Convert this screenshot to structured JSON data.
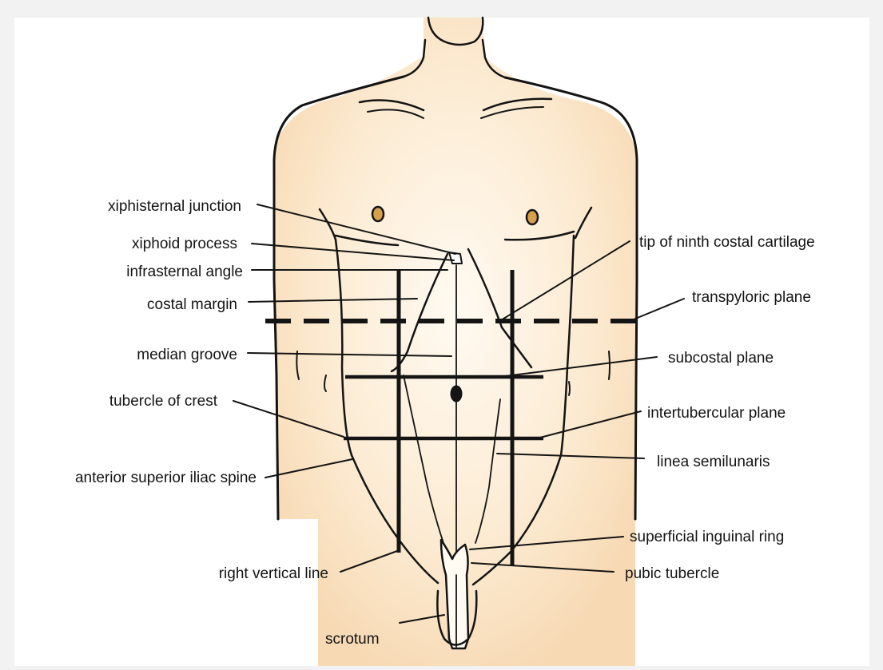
{
  "colors": {
    "background": "#f2f2f2",
    "panel": "#ffffff",
    "skin_light": "#fffaf2",
    "skin_mid": "#fcebd2",
    "skin_edge": "#f7d9b3",
    "ink": "#141414",
    "nipple": "#d7a04a"
  },
  "labels": {
    "xiphisternal_junction": "xiphisternal junction",
    "xiphoid_process": "xiphoid process",
    "infrasternal_angle": "infrasternal angle",
    "costal_margin": "costal margin",
    "median_groove": "median groove",
    "tubercle_of_crest": "tubercle of crest",
    "anterior_superior_iliac_spine": "anterior superior iliac spine",
    "right_vertical_line": "right vertical line",
    "scrotum": "scrotum",
    "tip_of_ninth_costal_cartilage": "tip of ninth costal cartilage",
    "transpyloric_plane": "transpyloric plane",
    "subcostal_plane": "subcostal plane",
    "intertubercular_plane": "intertubercular plane",
    "linea_semilunaris": "linea semilunaris",
    "superficial_inguinal_ring": "superficial inguinal ring",
    "pubic_tubercle": "pubic tubercle"
  }
}
